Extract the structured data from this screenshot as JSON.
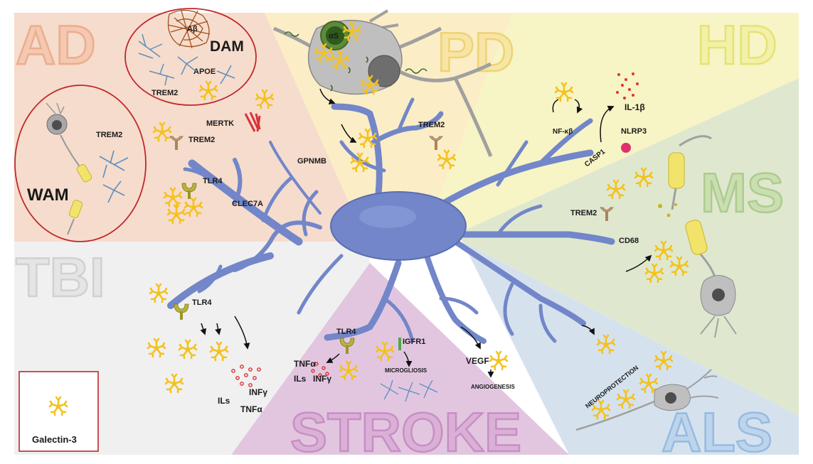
{
  "diseases": {
    "ad": "AD",
    "pd": "PD",
    "hd": "HD",
    "ms": "MS",
    "tbi": "TBI",
    "stroke": "STROKE",
    "als": "ALS"
  },
  "ad_panel": {
    "dam": "DAM",
    "abeta": "Aβ",
    "apoe": "APOE",
    "trem2_dam": "TREM2",
    "wam": "WAM",
    "trem2_wam": "TREM2",
    "mertk": "MERTK",
    "trem2": "TREM2",
    "tlr4": "TLR4",
    "gpnmb": "GPNMB",
    "clec7a": "CLEC7A"
  },
  "pd_panel": {
    "alpha_syn": "αS",
    "trem2": "TREM2"
  },
  "hd_panel": {
    "nfkb": "NF-κβ",
    "il1b": "IL-1β",
    "nlrp3": "NLRP3",
    "casp1": "CASP1"
  },
  "ms_panel": {
    "trem2": "TREM2",
    "cd68": "CD68"
  },
  "tbi_panel": {
    "tlr4": "TLR4",
    "ils": "ILs",
    "infg": "INFγ",
    "tnfa": "TNFα"
  },
  "stroke_panel": {
    "tlr4": "TLR4",
    "igfr1": "IGFR1",
    "tnfa": "TNFα",
    "ils": "ILs",
    "infg": "INFγ",
    "microgliosis": "MICROGLIOSIS",
    "vegf": "VEGF",
    "angiogenesis": "ANGIOGENESIS"
  },
  "als_panel": {
    "neuroprotection": "NEUROPROTECTION"
  },
  "legend": {
    "galectin3": "Galectin-3"
  },
  "colors": {
    "ad_bg": "#f6dccc",
    "pd_bg": "#fbedc5",
    "hd_bg": "#f7f4c5",
    "ms_bg": "#dfe8cf",
    "tbi_bg": "#f0f0f0",
    "stroke_bg": "#e2c6e0",
    "als_bg": "#d5e2ee",
    "microglia": "#7286c9",
    "galectin": "#f4c21f",
    "red_circle": "#c0272d"
  }
}
